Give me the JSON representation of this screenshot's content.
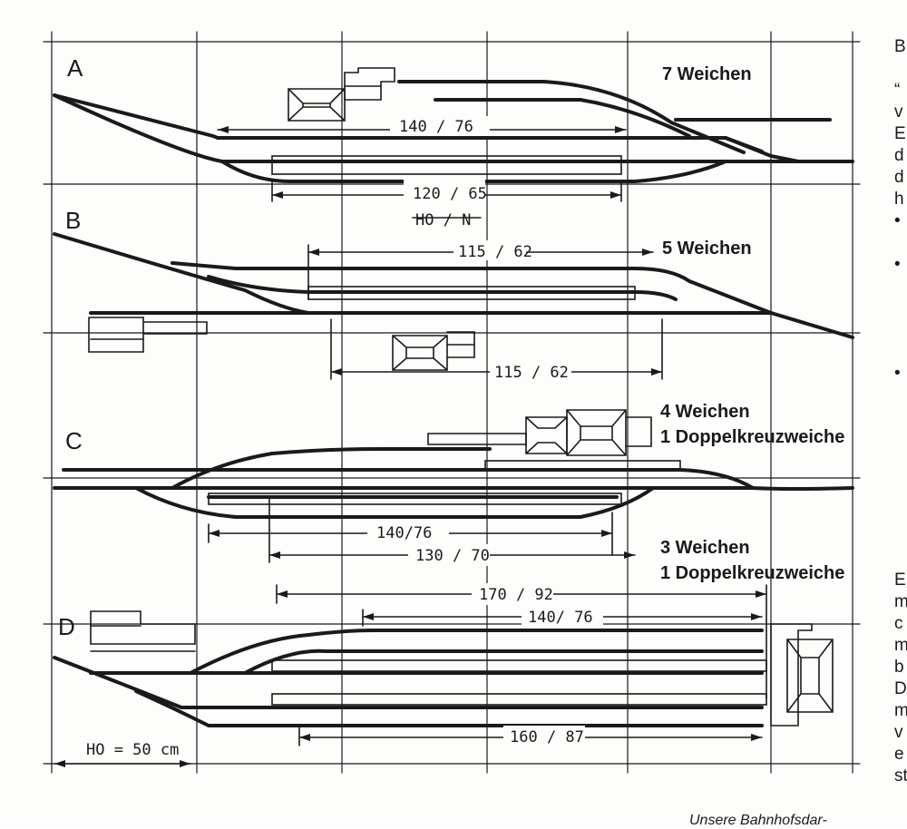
{
  "diagram": {
    "panels": [
      {
        "letter": "A",
        "switches": "7 Weichen",
        "dims": [
          "140 / 76",
          "120 / 65",
          "HO / N"
        ]
      },
      {
        "letter": "B",
        "switches": "5 Weichen",
        "dims": [
          "115 / 62",
          "115 / 62"
        ]
      },
      {
        "letter": "C",
        "switches": "4 Weichen",
        "extra": "1 Doppelkreuzweiche",
        "dims": [
          "140/76",
          "130 / 70"
        ]
      },
      {
        "letter": "D",
        "switches": "3 Weichen",
        "extra": "1 Doppelkreuzweiche",
        "dims": [
          "170 / 92",
          "140/ 76",
          "160 / 87"
        ]
      }
    ],
    "scale": "HO = 50 cm"
  },
  "side_column": {
    "top": "B\n\n“\nv\nE\nd\nd\nh\n•\n\n•\n\n\n\n\n•",
    "bottom": "E\nm\nc\nm\nb\nD\nm\nv\ne\nst"
  },
  "caption": "Unsere Bahnhofsdar-"
}
